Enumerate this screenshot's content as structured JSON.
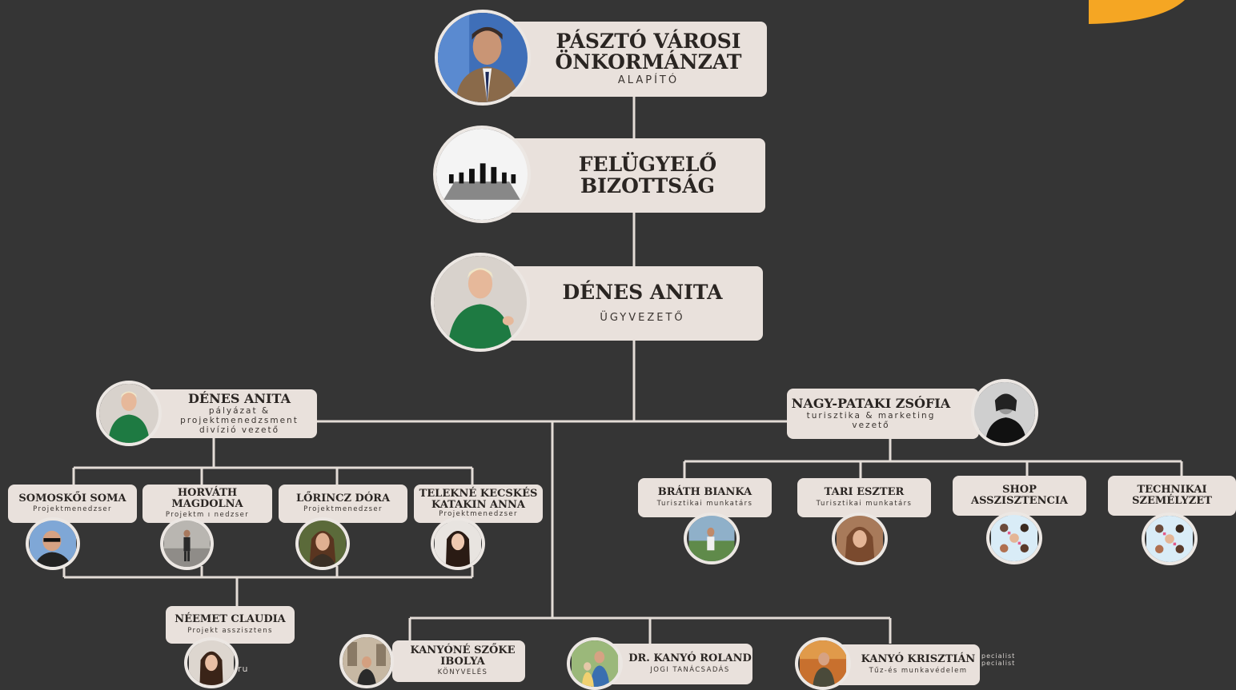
{
  "colors": {
    "background": "#353535",
    "card": "#e9e1dc",
    "line": "#e3dcd6",
    "accent": "#f5a623"
  },
  "top": {
    "founder": {
      "name_line1": "PÁSZTÓ VÁROSI",
      "name_line2": "ÖNKORMÁNZAT",
      "role": "ALAPÍTÓ",
      "photo_icon": "man-in-suit-photo"
    },
    "board": {
      "name_line1": "FELÜGYELŐ",
      "name_line2": "BIZOTTSÁG",
      "photo_icon": "chess-board-photo"
    },
    "ceo": {
      "name": "DÉNES ANITA",
      "role": "ÜGYVEZETŐ",
      "photo_icon": "woman-green-dress-photo"
    }
  },
  "left_division": {
    "name": "DÉNES ANITA",
    "role_line1": "pályázat &",
    "role_line2": "projektmenedzsment",
    "role_line3": "divízió vezető",
    "photo_icon": "woman-green-dress-photo"
  },
  "right_division": {
    "name": "NAGY-PATAKI ZSÓFIA",
    "role_line1": "turisztika & marketing",
    "role_line2": "vezető",
    "photo_icon": "woman-bw-photo"
  },
  "project_team": [
    {
      "name": "SOMOSKŐI SOMA",
      "role": "Projektmenedzser"
    },
    {
      "name": "HORVÁTH MAGDOLNA",
      "role": "Projektm ı nedzser"
    },
    {
      "name": "LŐRINCZ DÓRA",
      "role": "Projektmenedzser"
    },
    {
      "name_line1": "TELEKNÉ KECSKÉS",
      "name_line2": "KATAKIN ANNA",
      "role": "Projektmenedzser"
    }
  ],
  "assistant": {
    "name": "NÉEMET CLAUDIA",
    "role": "Projekt asszisztens",
    "side_text": "ru"
  },
  "tourism_team": [
    {
      "name": "BRÁTH BIANKA",
      "role": "Turisztikai munkatárs"
    },
    {
      "name": "TARI ESZTER",
      "role": "Turisztikai munkatárs"
    },
    {
      "name_line1": "SHOP",
      "name_line2": "ASSZISZTENCIA",
      "photo_icon": "team-hands-photo"
    },
    {
      "name_line1": "TECHNIKAI",
      "name_line2": "SZEMÉLYZET",
      "photo_icon": "team-hands-photo"
    }
  ],
  "support": [
    {
      "name_line1": "KANYÓNÉ SZŐKE",
      "name_line2": "IBOLYA",
      "role": "KÖNYVELÉS"
    },
    {
      "name": "DR. KANYÓ ROLAND",
      "role": "JOGI TANÁCSADÁS"
    },
    {
      "name": "KANYÓ KRISZTIÁN",
      "role": "Tűz-és munkavédelem",
      "side_text_line1": "pecialist",
      "side_text_line2": "pecialist"
    }
  ]
}
